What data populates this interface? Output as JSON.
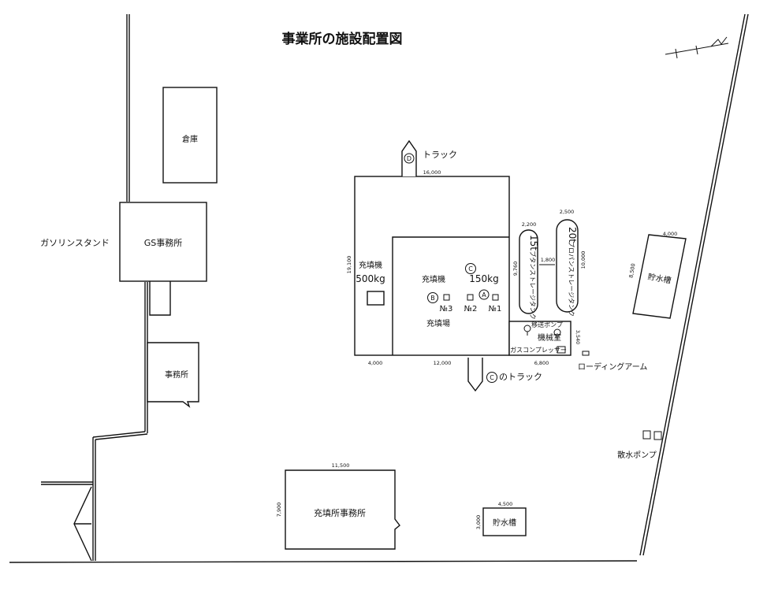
{
  "title": "事業所の施設配置図",
  "buildings": {
    "warehouse": "倉庫",
    "gs_office": "GS事務所",
    "gas_station_label": "ガソリンスタンド",
    "office": "事務所",
    "filling_office": "充填所事務所",
    "water_tank_right": "貯水槽",
    "water_tank_bottom": "貯水槽"
  },
  "filling_area": {
    "filler_a_label": "充填機",
    "filler_a_capacity": "500kg",
    "filler_c_label": "充填機",
    "filler_c_capacity": "150kg",
    "yard_label": "充填場",
    "no3": "№3",
    "no2": "№2",
    "no1": "№1",
    "machine_room": "機械室",
    "pump": "移送ポンプ",
    "compressor": "ガスコンプレッサー",
    "loading_arm": "ローディングアーム",
    "sprinkler_pump": "散水ポンプ"
  },
  "tanks": {
    "butane_label": "ブタンストレージタンク",
    "butane_capacity": "15t",
    "propane_label": "プロパンストレージタンク",
    "propane_capacity": "20t"
  },
  "trucks": {
    "truck_d": "トラック",
    "truck_c": "のトラック"
  },
  "markers": {
    "a": "A",
    "b": "B",
    "c": "C",
    "d": "D"
  },
  "dimensions": {
    "shed_width": "16,000",
    "shed_depth": "19,100",
    "left_offset": "4,000",
    "inner_width": "12,000",
    "right_width": "6,800",
    "inner_depth": "9,760",
    "butane_dia": "2,200",
    "propane_dia": "2,500",
    "tank_gap": "1,800",
    "tank_len": "10,000",
    "room_depth": "3,540",
    "water_right_w": "4,000",
    "water_right_h": "8,500",
    "office_w": "11,500",
    "office_h": "7,900",
    "water_bot_w": "4,500",
    "water_bot_h": "3,000"
  }
}
